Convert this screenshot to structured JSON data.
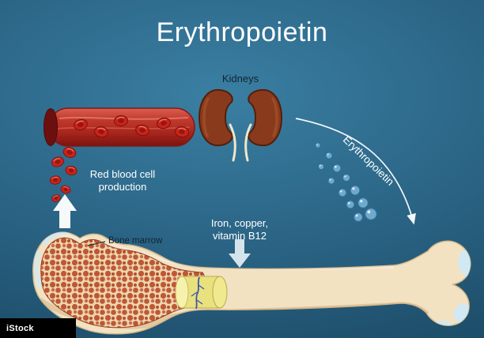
{
  "title": "Erythropoietin",
  "labels": {
    "kidneys": "Kidneys",
    "rbc_line1": "Red blood cell",
    "rbc_line2": "production",
    "hormone": "Erythropoietin",
    "nutrients_line1": "Iron, copper,",
    "nutrients_line2": "vitamin B12",
    "bone_marrow": "Bone marrow"
  },
  "watermark": {
    "brand": "iStock"
  },
  "colors": {
    "background_top": "#3a7fa2",
    "background_mid": "#2a6384",
    "background_bottom": "#18455f",
    "title_text": "#ffffff",
    "label_text": "#ffffff",
    "dark_label_text": "#13242f",
    "kidney": "#8a3a1c",
    "vessel_red": "#c13a2e",
    "blood_cell": "#c9241b",
    "bone": "#f2e2c2",
    "spongy_bone": "#bf5330",
    "yellow_marrow": "#e9e17e",
    "droplet": "#6fa9cc",
    "cartilage": "#cfe9f7"
  }
}
